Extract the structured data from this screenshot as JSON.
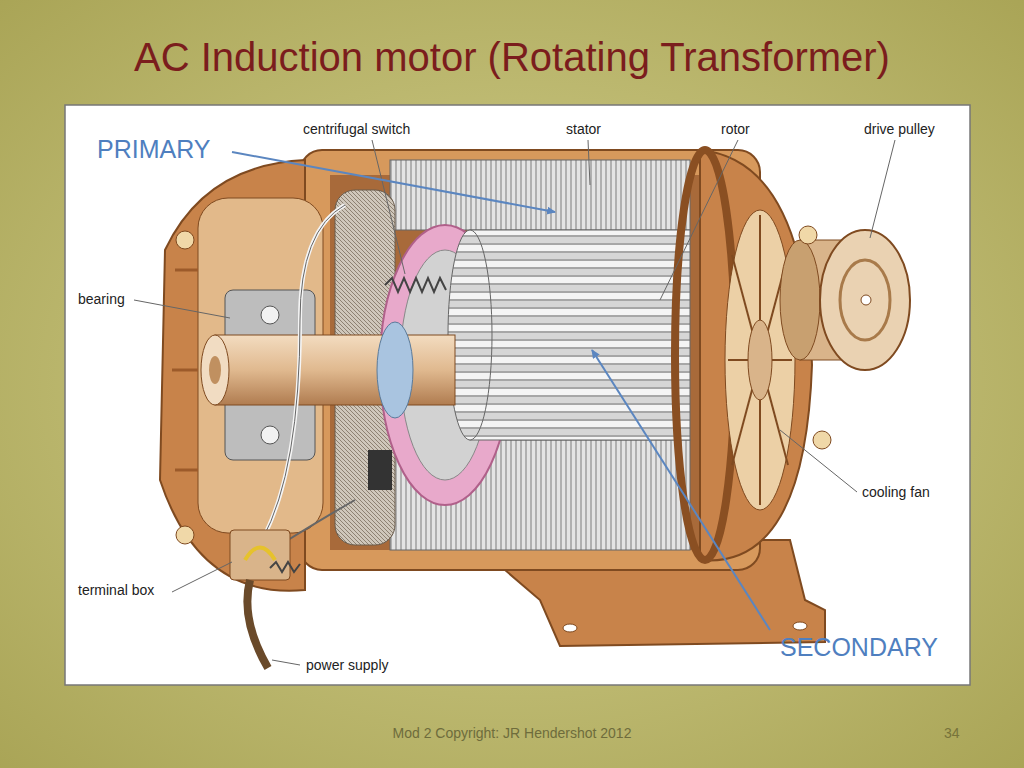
{
  "diagram": {
    "title": "AC Induction motor (Rotating Transformer)",
    "labels": [
      "PRIMARY",
      "centrifugal switch",
      "stator",
      "rotor",
      "drive pulley",
      "bearing",
      "cooling fan",
      "terminal box",
      "SECONDARY",
      "power supply",
      "Mod 2 Copyright: JR Hendershot 2012",
      "34"
    ]
  }
}
